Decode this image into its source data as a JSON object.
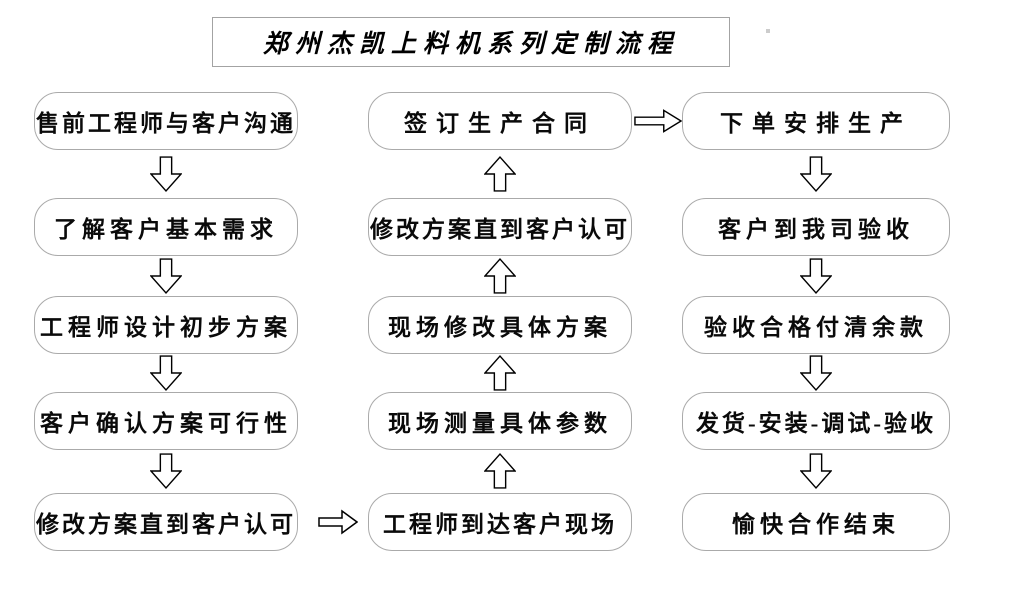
{
  "title": "郑州杰凯上料机系列定制流程",
  "flow": {
    "left_column": [
      "售前工程师与客户沟通",
      "了解客户基本需求",
      "工程师设计初步方案",
      "客户确认方案可行性",
      "修改方案直到客户认可"
    ],
    "middle_column": [
      "签订生产合同",
      "修改方案直到客户认可",
      "现场修改具体方案",
      "现场测量具体参数",
      "工程师到达客户现场"
    ],
    "right_column": [
      "下单安排生产",
      "客户到我司验收",
      "验收合格付清余款",
      "发货-安装-调试-验收",
      "愉快合作结束"
    ]
  },
  "icons": {
    "down_arrow": "hollow-block-arrow-down",
    "up_arrow": "hollow-block-arrow-up",
    "right_arrow": "hollow-block-arrow-right"
  },
  "colors": {
    "background": "#ffffff",
    "box_border": "#aaaaaa",
    "box_fill": "#ffffff",
    "arrow_outline": "#000000",
    "arrow_fill": "#ffffff",
    "text": "#000000"
  }
}
